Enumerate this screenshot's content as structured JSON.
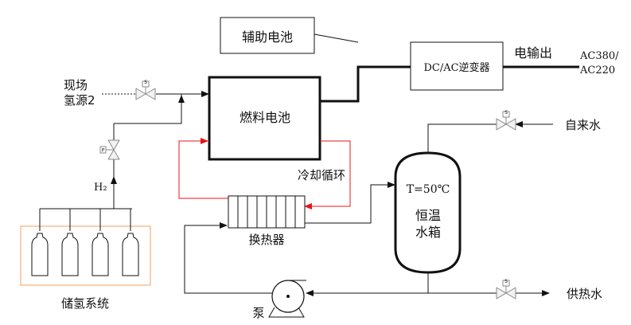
{
  "components": {
    "aux_battery": "辅助电池",
    "fuel_cell": "燃料电池",
    "inverter": "DC/AC逆变器",
    "heat_exchanger": "换热器",
    "tank_temp": "T=50℃",
    "tank_line1": "恒温",
    "tank_line2": "水箱",
    "pump": "泵",
    "storage": "储氢系统"
  },
  "labels": {
    "onsite_h2_line1": "现场",
    "onsite_h2_line2": "氢源2",
    "h2": "H₂",
    "power_output": "电输出",
    "ac380": "AC380/",
    "ac220": "AC220",
    "cooling_loop": "冷却循环",
    "tap_water": "自来水",
    "hot_water_supply": "供热水"
  },
  "valve_tags": {
    "solenoid": "S",
    "regulator": "P"
  },
  "colors": {
    "line": "#111111",
    "cooling": "#e8141b",
    "storage_border": "#f4a05a",
    "valve_fill": "#f2f2f2",
    "valve_stroke": "#8a8a8a"
  }
}
